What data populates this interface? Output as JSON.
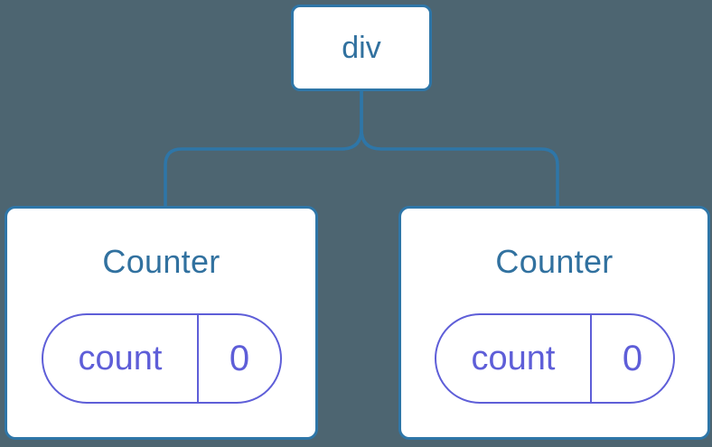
{
  "diagram": {
    "root": {
      "label": "div"
    },
    "children": [
      {
        "title": "Counter",
        "state": {
          "key": "count",
          "value": "0"
        }
      },
      {
        "title": "Counter",
        "state": {
          "key": "count",
          "value": "0"
        }
      }
    ]
  },
  "colors": {
    "background": "#4d6571",
    "node_border": "#2e76a8",
    "node_label": "#31719f",
    "state_accent": "#5e5ed8",
    "node_fill": "#ffffff"
  }
}
